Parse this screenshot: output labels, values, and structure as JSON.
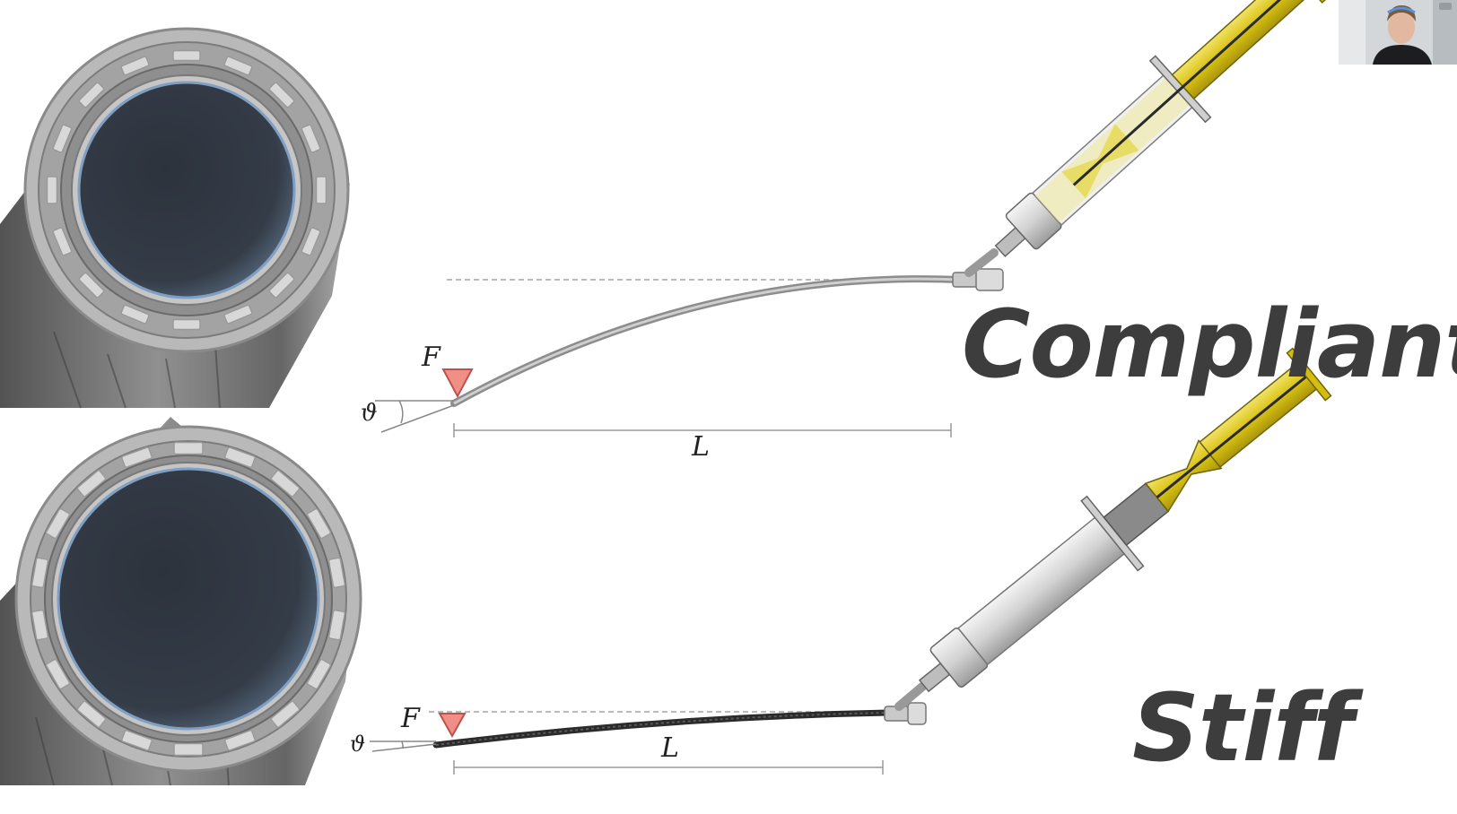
{
  "labels": {
    "compliant": "Compliant",
    "stiff": "Stiff"
  },
  "symbols": {
    "force": "F",
    "angle": "ϑ",
    "length": "L"
  },
  "colors": {
    "label_text": "#3d3d3d",
    "force_marker": "#f08f86",
    "syringe_plunger": "#e6d21a",
    "tube_inner": "#2f3742",
    "compliant_catheter": "#9a9a9a",
    "stiff_catheter": "#2b2b2b"
  },
  "webcam": {
    "icon": "webcam-participant-video"
  }
}
